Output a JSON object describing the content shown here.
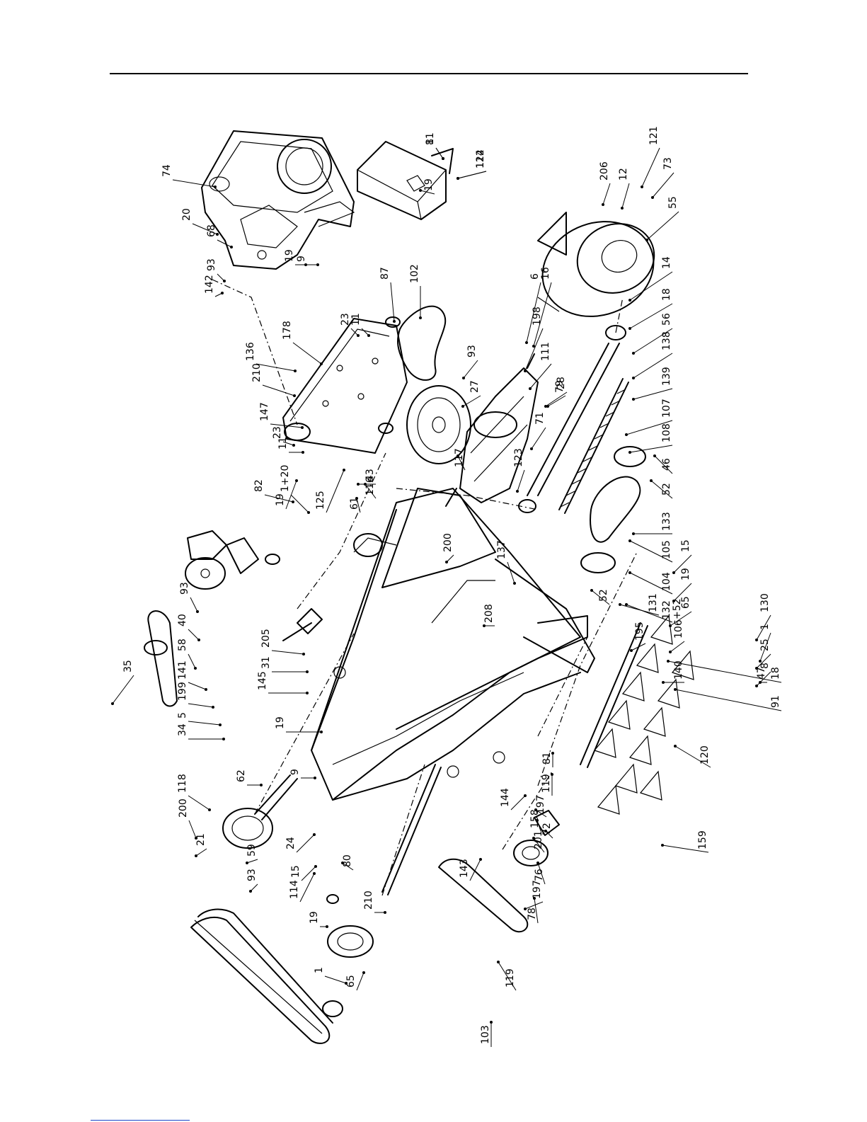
{
  "diagram": {
    "labels": [
      "1",
      "112",
      "19",
      "74",
      "20",
      "68",
      "93",
      "142",
      "19",
      "9",
      "23",
      "11",
      "87",
      "102",
      "16",
      "6",
      "198",
      "111",
      "28",
      "206",
      "12",
      "121",
      "73",
      "55",
      "14",
      "18",
      "56",
      "138",
      "139",
      "107",
      "108",
      "46",
      "52",
      "133",
      "105",
      "104",
      "132\n+52",
      "131",
      "52",
      "15",
      "19",
      "65",
      "106",
      "140",
      "195",
      "120",
      "1+20",
      "82",
      "23",
      "11",
      "210",
      "147",
      "136",
      "178",
      "19",
      "125",
      "61",
      "43",
      "116",
      "93",
      "27",
      "117",
      "71",
      "79",
      "123",
      "137",
      "200",
      "93",
      "40",
      "58",
      "141",
      "199",
      "5",
      "34",
      "118",
      "200",
      "21",
      "59",
      "93",
      "62",
      "35",
      "205",
      "31",
      "145",
      "19",
      "9",
      "24",
      "15",
      "114",
      "91",
      "18",
      "8",
      "25",
      "1",
      "130",
      "47",
      "208",
      "143",
      "201",
      "119",
      "197",
      "144",
      "197",
      "80",
      "210",
      "19",
      "65",
      "1",
      "119",
      "103",
      "78",
      "76",
      "72",
      "158",
      "81",
      "159",
      "81",
      "124"
    ]
  }
}
